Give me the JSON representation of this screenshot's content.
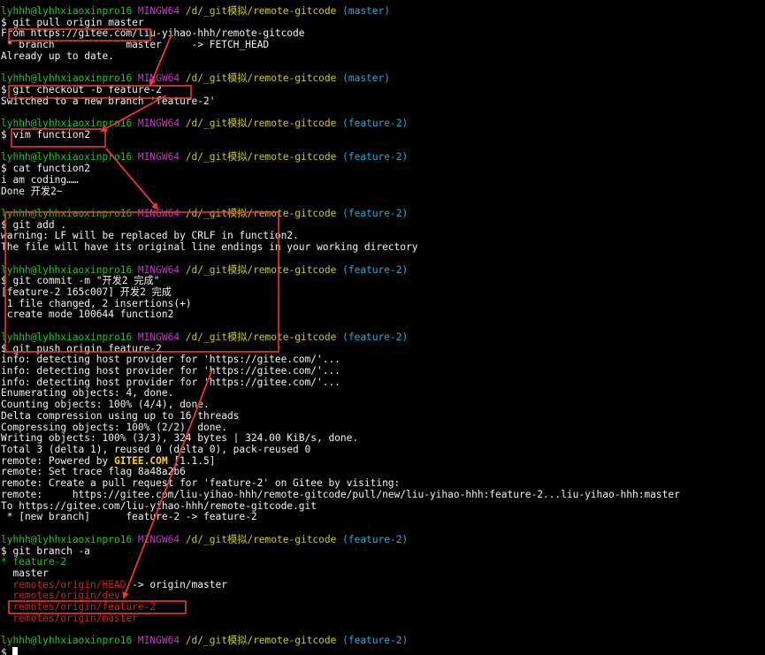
{
  "colors": {
    "background": "#000000",
    "user": "#1fc91f",
    "shell": "#c23bc2",
    "path": "#c9c91f",
    "branch": "#2aa8d6",
    "green": "#1fc91f",
    "red": "#d42020",
    "gitee": "#ffd21f",
    "plain": "#f2f2f2",
    "annotation": "#e8392f"
  },
  "lines": [
    [
      {
        "t": "lyhhh@lyhhxiaoxinpro16 ",
        "c": "user"
      },
      {
        "t": "MINGW64 ",
        "c": "shell"
      },
      {
        "t": "/d/_git模拟/remote-gitcode ",
        "c": "path"
      },
      {
        "t": "(master)",
        "c": "branch"
      }
    ],
    [
      {
        "t": "$ git pull origin master",
        "c": "plain"
      }
    ],
    [
      {
        "t": "From https://gitee.com/liu-yihao-hhh/remote-gitcode",
        "c": "plain"
      }
    ],
    [
      {
        "t": " * branch            master     -> FETCH_HEAD",
        "c": "plain"
      }
    ],
    [
      {
        "t": "Already up to date.",
        "c": "plain"
      }
    ],
    [],
    [
      {
        "t": "lyhhh@lyhhxiaoxinpro16 ",
        "c": "user"
      },
      {
        "t": "MINGW64 ",
        "c": "shell"
      },
      {
        "t": "/d/_git模拟/remote-gitcode ",
        "c": "path"
      },
      {
        "t": "(master)",
        "c": "branch"
      }
    ],
    [
      {
        "t": "$ git checkout -b feature-2",
        "c": "plain"
      }
    ],
    [
      {
        "t": "Switched to a new branch 'feature-2'",
        "c": "plain"
      }
    ],
    [],
    [
      {
        "t": "lyhhh@lyhhxiaoxinpro16 ",
        "c": "user"
      },
      {
        "t": "MINGW64 ",
        "c": "shell"
      },
      {
        "t": "/d/_git模拟/remote-gitcode ",
        "c": "path"
      },
      {
        "t": "(feature-2)",
        "c": "branch"
      }
    ],
    [
      {
        "t": "$ vim function2",
        "c": "plain"
      }
    ],
    [],
    [
      {
        "t": "lyhhh@lyhhxiaoxinpro16 ",
        "c": "user"
      },
      {
        "t": "MINGW64 ",
        "c": "shell"
      },
      {
        "t": "/d/_git模拟/remote-gitcode ",
        "c": "path"
      },
      {
        "t": "(feature-2)",
        "c": "branch"
      }
    ],
    [
      {
        "t": "$ cat function2",
        "c": "plain"
      }
    ],
    [
      {
        "t": "i am coding……",
        "c": "plain"
      }
    ],
    [
      {
        "t": "Done 开发2~",
        "c": "plain"
      }
    ],
    [],
    [
      {
        "t": "lyhhh@lyhhxiaoxinpro16 ",
        "c": "user"
      },
      {
        "t": "MINGW64 ",
        "c": "shell"
      },
      {
        "t": "/d/_git模拟/remote-gitcode ",
        "c": "path"
      },
      {
        "t": "(feature-2)",
        "c": "branch"
      }
    ],
    [
      {
        "t": "$ git add .",
        "c": "plain"
      }
    ],
    [
      {
        "t": "warning: LF will be replaced by CRLF in function2.",
        "c": "plain"
      }
    ],
    [
      {
        "t": "The file will have its original line endings in your working directory",
        "c": "plain"
      }
    ],
    [],
    [
      {
        "t": "lyhhh@lyhhxiaoxinpro16 ",
        "c": "user"
      },
      {
        "t": "MINGW64 ",
        "c": "shell"
      },
      {
        "t": "/d/_git模拟/remote-gitcode ",
        "c": "path"
      },
      {
        "t": "(feature-2)",
        "c": "branch"
      }
    ],
    [
      {
        "t": "$ git commit -m \"开发2 完成\"",
        "c": "plain"
      }
    ],
    [
      {
        "t": "[feature-2 165c007] 开发2 完成",
        "c": "plain"
      }
    ],
    [
      {
        "t": " 1 file changed, 2 insertions(+)",
        "c": "plain"
      }
    ],
    [
      {
        "t": " create mode 100644 function2",
        "c": "plain"
      }
    ],
    [],
    [
      {
        "t": "lyhhh@lyhhxiaoxinpro16 ",
        "c": "user"
      },
      {
        "t": "MINGW64 ",
        "c": "shell"
      },
      {
        "t": "/d/_git模拟/remote-gitcode ",
        "c": "path"
      },
      {
        "t": "(feature-2)",
        "c": "branch"
      }
    ],
    [
      {
        "t": "$ git push origin feature-2",
        "c": "plain"
      }
    ],
    [
      {
        "t": "info: detecting host provider for 'https://gitee.com/'...",
        "c": "plain"
      }
    ],
    [
      {
        "t": "info: detecting host provider for 'https://gitee.com/'...",
        "c": "plain"
      }
    ],
    [
      {
        "t": "info: detecting host provider for 'https://gitee.com/'...",
        "c": "plain"
      }
    ],
    [
      {
        "t": "Enumerating objects: 4, done.",
        "c": "plain"
      }
    ],
    [
      {
        "t": "Counting objects: 100% (4/4), done.",
        "c": "plain"
      }
    ],
    [
      {
        "t": "Delta compression using up to 16 threads",
        "c": "plain"
      }
    ],
    [
      {
        "t": "Compressing objects: 100% (2/2), done.",
        "c": "plain"
      }
    ],
    [
      {
        "t": "Writing objects: 100% (3/3), 324 bytes | 324.00 KiB/s, done.",
        "c": "plain"
      }
    ],
    [
      {
        "t": "Total 3 (delta 1), reused 0 (delta 0), pack-reused 0",
        "c": "plain"
      }
    ],
    [
      {
        "t": "remote: Powered by ",
        "c": "plain"
      },
      {
        "t": "GITEE.COM",
        "c": "gitee"
      },
      {
        "t": " [1.1.5]",
        "c": "plain"
      }
    ],
    [
      {
        "t": "remote: Set trace flag 8a48a2b6",
        "c": "plain"
      }
    ],
    [
      {
        "t": "remote: Create a pull request for 'feature-2' on Gitee by visiting:",
        "c": "plain"
      }
    ],
    [
      {
        "t": "remote:     https://gitee.com/liu-yihao-hhh/remote-gitcode/pull/new/liu-yihao-hhh:feature-2...liu-yihao-hhh:master",
        "c": "plain"
      }
    ],
    [
      {
        "t": "To https://gitee.com/liu-yihao-hhh/remote-gitcode.git",
        "c": "plain"
      }
    ],
    [
      {
        "t": " * [new branch]      feature-2 -> feature-2",
        "c": "plain"
      }
    ],
    [],
    [
      {
        "t": "lyhhh@lyhhxiaoxinpro16 ",
        "c": "user"
      },
      {
        "t": "MINGW64 ",
        "c": "shell"
      },
      {
        "t": "/d/_git模拟/remote-gitcode ",
        "c": "path"
      },
      {
        "t": "(feature-2)",
        "c": "branch"
      }
    ],
    [
      {
        "t": "$ git branch -a",
        "c": "plain"
      }
    ],
    [
      {
        "t": "* feature-2",
        "c": "green"
      }
    ],
    [
      {
        "t": "  master",
        "c": "plain"
      }
    ],
    [
      {
        "t": "  remotes/origin/HEAD",
        "c": "red"
      },
      {
        "t": " -> origin/master",
        "c": "plain"
      }
    ],
    [
      {
        "t": "  remotes/origin/dev",
        "c": "red"
      }
    ],
    [
      {
        "t": "  remotes/origin/feature-2",
        "c": "red"
      }
    ],
    [
      {
        "t": "  remotes/origin/master",
        "c": "red"
      }
    ],
    [],
    [
      {
        "t": "lyhhh@lyhhxiaoxinpro16 ",
        "c": "user"
      },
      {
        "t": "MINGW64 ",
        "c": "shell"
      },
      {
        "t": "/d/_git模拟/remote-gitcode ",
        "c": "path"
      },
      {
        "t": "(feature-2)",
        "c": "branch"
      }
    ],
    [
      {
        "t": "$ ",
        "c": "plain"
      }
    ]
  ]
}
